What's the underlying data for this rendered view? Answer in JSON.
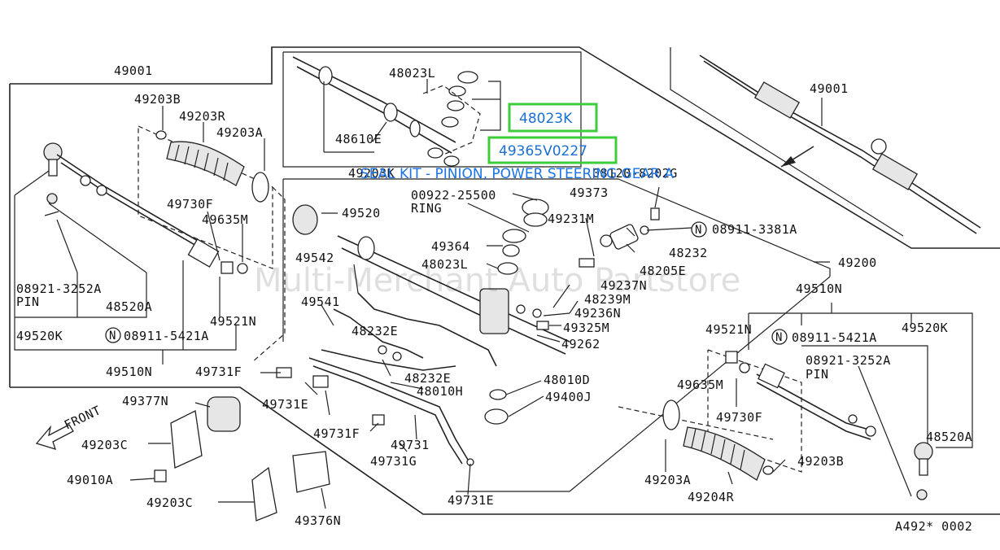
{
  "labels": {
    "l49001_main": "49001",
    "l49203B_l": "49203B",
    "l49203R": "49203R",
    "l49203A_l": "49203A",
    "l49730F_l": "49730F",
    "l49635M_l": "49635M",
    "l08921_l": "08921-3252A",
    "lPIN_l": "PIN",
    "l48520A_l": "48520A",
    "l49521N_l": "49521N",
    "l49520K_l": "49520K",
    "lN08911_l": "08911-5421A",
    "l49510N_l": "49510N",
    "l48023L_top": "48023L",
    "l48610E": "48610E",
    "l49203K": "49203K",
    "l08120": "08120-8202G",
    "l00922": "00922-25500",
    "lRING": "RING",
    "l49373": "49373",
    "l49520": "49520",
    "l49231M": "49231M",
    "lN08911_3381": "08911-3381A",
    "l49364": "49364",
    "l48232": "48232",
    "l49542": "49542",
    "l48023L_mid": "48023L",
    "l48205E": "48205E",
    "l49200": "49200",
    "l49237N": "49237N",
    "l48239M": "48239M",
    "l49541": "49541",
    "l49236N": "49236N",
    "l48232E_a": "48232E",
    "l49325M": "49325M",
    "l49262": "49262",
    "l49510N_r": "49510N",
    "l49521N_r": "49521N",
    "lN08911_r": "08911-5421A",
    "l49520K_r": "49520K",
    "l08921_r": "08921-3252A",
    "lPIN_r": "PIN",
    "l49635M_r": "49635M",
    "l49730F_r": "49730F",
    "l48520A_r": "48520A",
    "l49731F_a": "49731F",
    "l48232E_b": "48232E",
    "l48010D": "48010D",
    "l48010H": "48010H",
    "l49400J": "49400J",
    "l49731E_a": "49731E",
    "l49377N": "49377N",
    "lFRONT": "FRONT",
    "l49731F_b": "49731F",
    "l49731": "49731",
    "l49203C_a": "49203C",
    "l49731G": "49731G",
    "l49010A": "49010A",
    "l49203A_r": "49203A",
    "l49203B_r": "49203B",
    "l49204R": "49204R",
    "l49203C_b": "49203C",
    "l49731E_b": "49731E",
    "l49376N": "49376N",
    "l49001_inset": "49001",
    "lRef": "A492* 0002"
  },
  "highlights": {
    "h1": "48023K",
    "h2": "49365V0227"
  },
  "tooltip": "SEAL KIT - PINION, POWER STEERING GEAR A",
  "watermark": "Multi-Merchant Auto Partstore",
  "colors": {
    "highlight_border": "#3ccc3c",
    "highlight_text": "#1a6fd1",
    "tooltip_text": "#1a73e8"
  }
}
